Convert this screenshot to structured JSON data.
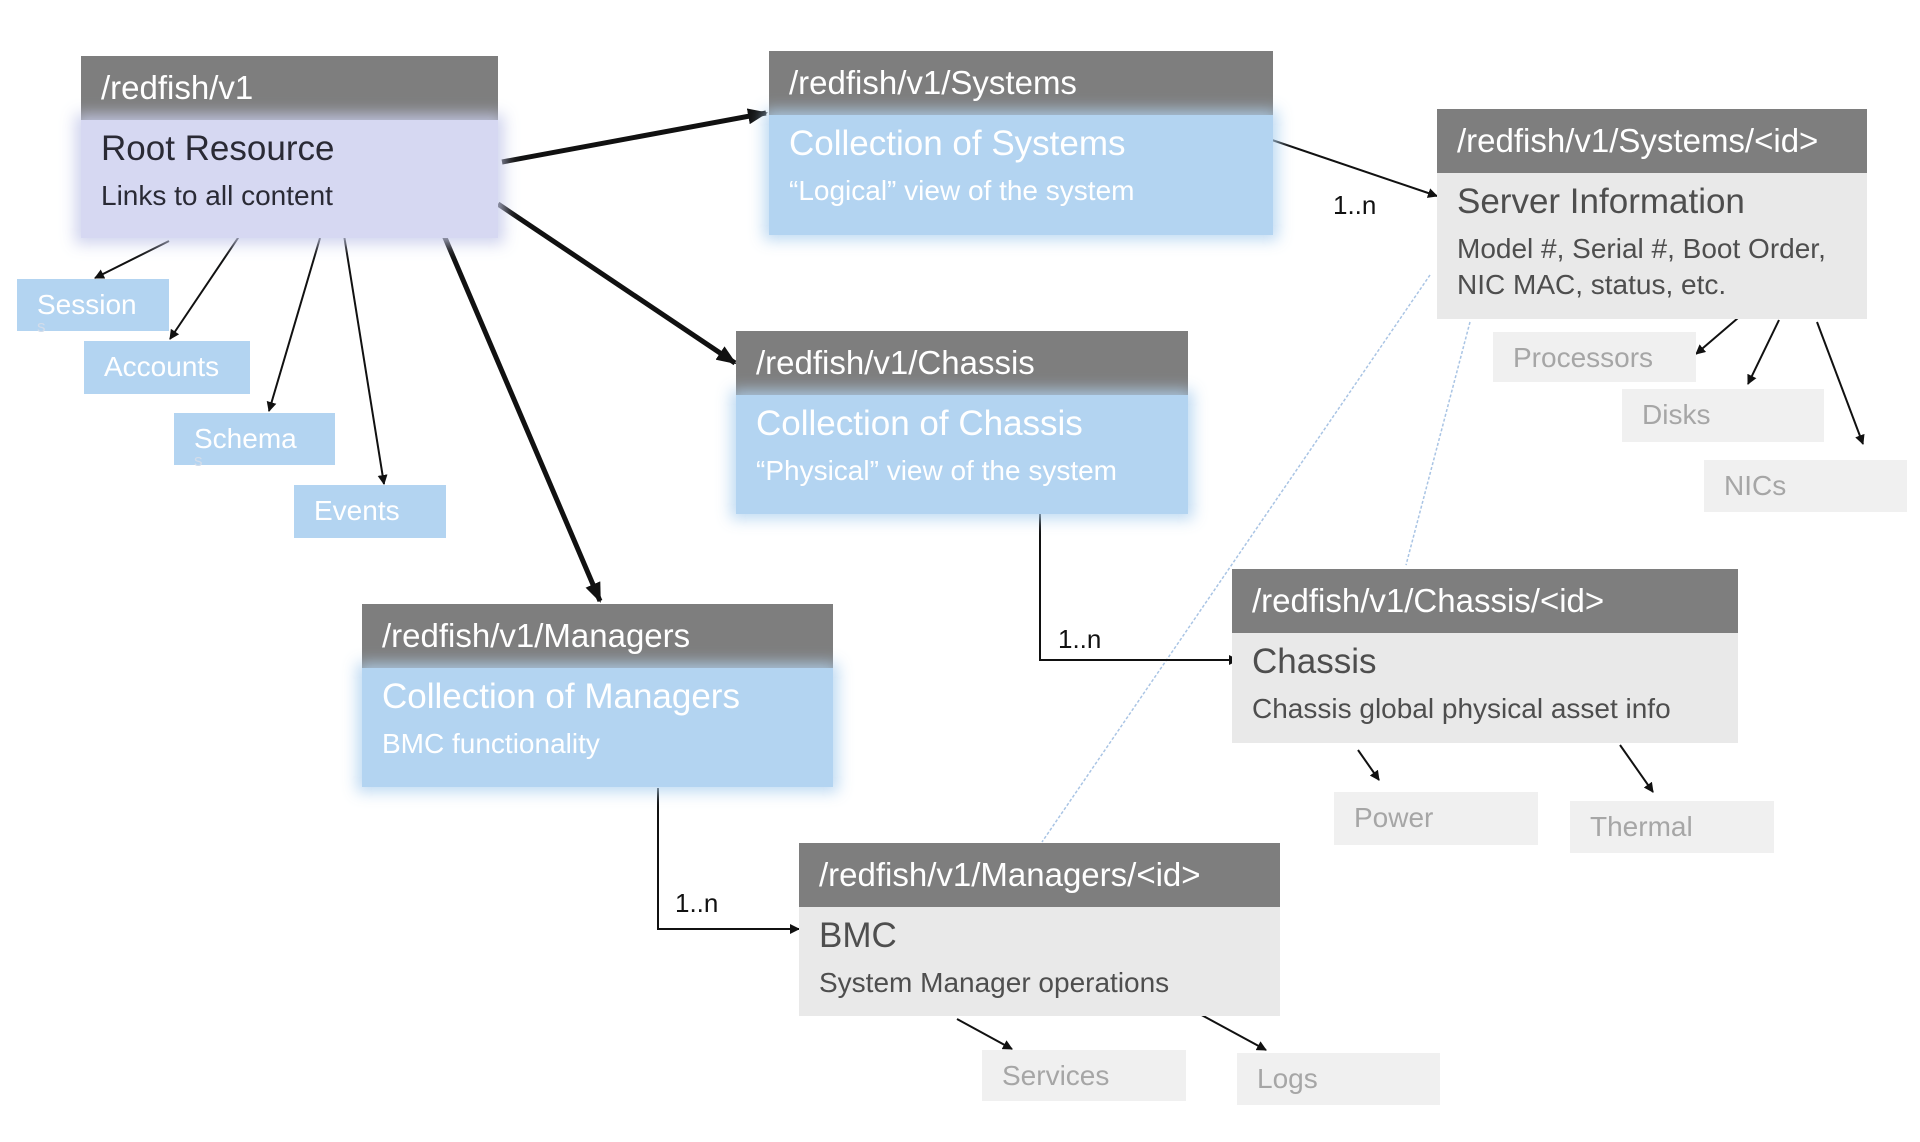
{
  "nodes": {
    "root": {
      "path": "/redfish/v1",
      "title": "Root Resource",
      "desc": "Links to all content"
    },
    "systems": {
      "path": "/redfish/v1/Systems",
      "title": "Collection of Systems",
      "desc": "“Logical” view of the system"
    },
    "chassis": {
      "path": "/redfish/v1/Chassis",
      "title": "Collection of Chassis",
      "desc": "“Physical” view of the system"
    },
    "managers": {
      "path": "/redfish/v1/Managers",
      "title": "Collection of Managers",
      "desc": "BMC functionality"
    },
    "system_id": {
      "path": "/redfish/v1/Systems/<id>",
      "title": "Server Information",
      "desc": "Model #, Serial #, Boot Order, NIC MAC, status, etc."
    },
    "chassis_id": {
      "path": "/redfish/v1/Chassis/<id>",
      "title": "Chassis",
      "desc": "Chassis global physical asset info"
    },
    "manager_id": {
      "path": "/redfish/v1/Managers/<id>",
      "title": "BMC",
      "desc": "System Manager operations"
    }
  },
  "leaves": {
    "sessions": {
      "label": "Session",
      "tail": "s"
    },
    "accounts": {
      "label": "Accounts"
    },
    "schemas": {
      "label": "Schema",
      "tail": "s"
    },
    "events": {
      "label": "Events"
    },
    "processors": {
      "label": "Processors"
    },
    "disks": {
      "label": "Disks"
    },
    "nics": {
      "label": "NICs"
    },
    "power": {
      "label": "Power"
    },
    "thermal": {
      "label": "Thermal"
    },
    "services": {
      "label": "Services"
    },
    "logs": {
      "label": "Logs"
    }
  },
  "cardinality": {
    "systems": "1..n",
    "chassis": "1..n",
    "managers": "1..n"
  },
  "colors": {
    "header": "#7e7e7e",
    "root_body": "#d6d8f2",
    "collection_body": "#b3d4f1",
    "instance_body": "#e9e9e9",
    "grey_leaf": "#f0f0f0",
    "dashed_link": "#a9c4e4",
    "arrow": "#111111"
  }
}
